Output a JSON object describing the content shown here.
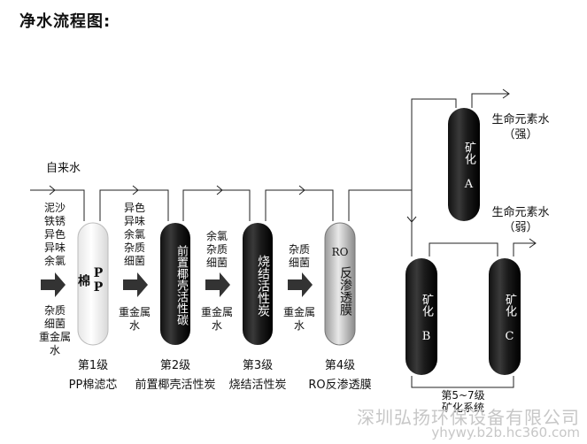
{
  "title": "净水流程图:",
  "inlet": "自来水",
  "impurities": [
    "泥沙",
    "铁锈",
    "异色",
    "异味",
    "余氯"
  ],
  "stages": [
    {
      "level": "第1级",
      "name": "PP棉滤芯",
      "filter_label": "PP 棉",
      "removes_top": [],
      "removes_bottom": [
        "杂质",
        "细菌",
        "重金属",
        "水"
      ]
    },
    {
      "level": "第2级",
      "name": "前置椰壳活性炭",
      "filter_label": "前置椰壳活性碳",
      "removes_top": [
        "异色",
        "异味",
        "余氯",
        "杂质",
        "细菌"
      ],
      "removes_bottom": [
        "重金属",
        "水"
      ]
    },
    {
      "level": "第3级",
      "name": "烧结活性炭",
      "filter_label": "烧结活性炭",
      "removes_top": [
        "余氯",
        "杂质",
        "细菌"
      ],
      "removes_bottom": [
        "重金属",
        "水"
      ]
    },
    {
      "level": "第4级",
      "name": "RO反渗透膜",
      "filter_label_top": "RO",
      "filter_label": "反渗透膜",
      "removes_top": [
        "杂质",
        "细菌"
      ],
      "removes_bottom": [
        "重金属",
        "水"
      ]
    }
  ],
  "mineral_filters": {
    "a": {
      "label": "矿化 A"
    },
    "b": {
      "label": "矿化 B"
    },
    "c": {
      "label": "矿化 C"
    }
  },
  "outputs": {
    "strong": {
      "line1": "生命元素水",
      "line2": "（强）"
    },
    "weak": {
      "line1": "生命元素水",
      "line2": "（弱）"
    }
  },
  "mineral_system": {
    "line1": "第5~7级",
    "line2": "矿化系统"
  },
  "watermark": {
    "company": "深圳弘扬环保设备有限公司",
    "url": "yhywy.b2b.hc360.com"
  }
}
